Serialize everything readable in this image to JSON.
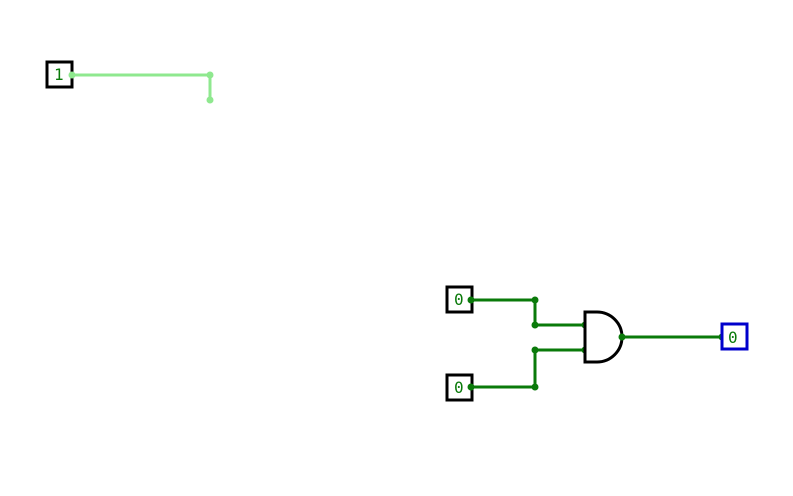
{
  "circuit": {
    "input_top": {
      "value": "1"
    },
    "input_a": {
      "value": "0"
    },
    "input_b": {
      "value": "0"
    },
    "and_gate": {
      "type": "AND"
    },
    "output": {
      "value": "0"
    }
  },
  "colors": {
    "wire_on": "#8fe88f",
    "wire_off": "#0a7a0a",
    "pin_border": "#000000",
    "output_border": "#0000cc",
    "value_text": "#0a7a0a"
  }
}
